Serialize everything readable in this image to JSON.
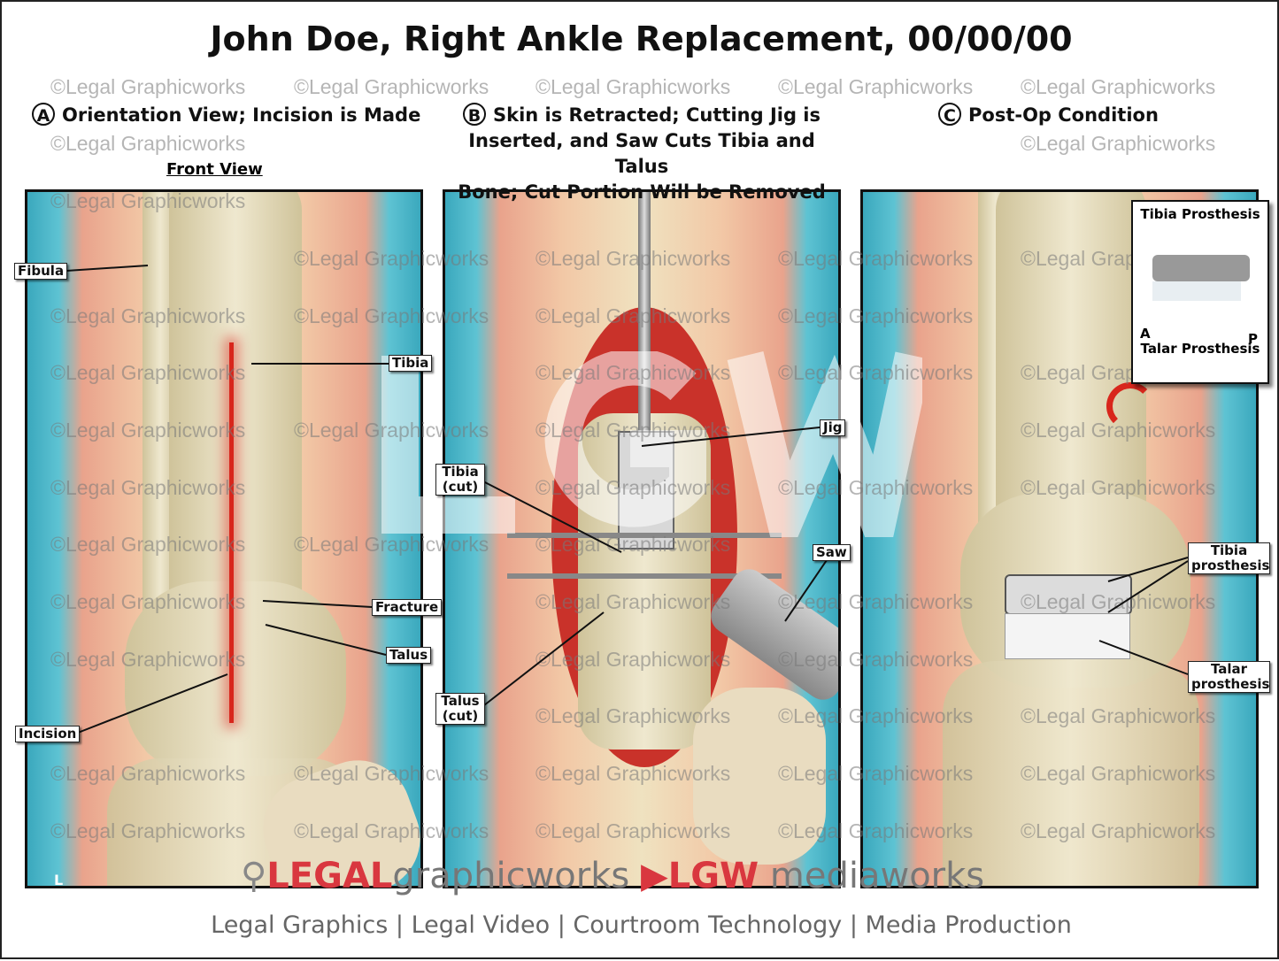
{
  "title": "John Doe, Right Ankle Replacement, 00/00/00",
  "watermark": "©Legal Graphicworks",
  "big_watermark": "LGW",
  "panels": [
    {
      "letter": "A",
      "heading": "Orientation View; Incision is Made",
      "subheading": "Front View",
      "corner": "L",
      "labels": [
        "Fibula",
        "Tibia",
        "Fracture",
        "Talus",
        "Incision"
      ]
    },
    {
      "letter": "B",
      "heading": "Skin is Retracted; Cutting Jig is Inserted, and Saw Cuts Tibia and Talus Bone; Cut Portion Will be Removed",
      "heading_lines": [
        "Skin is Retracted; Cutting Jig is",
        "Inserted, and Saw Cuts Tibia and Talus",
        "Bone; Cut Portion Will be Removed"
      ],
      "labels": [
        "Jig",
        "Tibia (cut)",
        "Saw",
        "Talus (cut)"
      ]
    },
    {
      "letter": "C",
      "heading": "Post-Op Condition",
      "labels": [
        "Tibia prosthesis",
        "Talar prosthesis"
      ],
      "inset": {
        "top_label": "Tibia Prosthesis",
        "bottom_label": "Talar Prosthesis",
        "left": "A",
        "right": "P"
      }
    }
  ],
  "footer": {
    "logo_legal": "LEGAL",
    "logo_graphicworks": "graphicworks",
    "logo_lgw": "LGW",
    "logo_mediaworks": "mediaworks",
    "tagline": "Legal Graphics | Legal Video | Courtroom Technology | Media Production"
  },
  "colors": {
    "teal": "#3aa8bd",
    "incision_red": "#d8261c",
    "logo_red": "#d9373f"
  }
}
